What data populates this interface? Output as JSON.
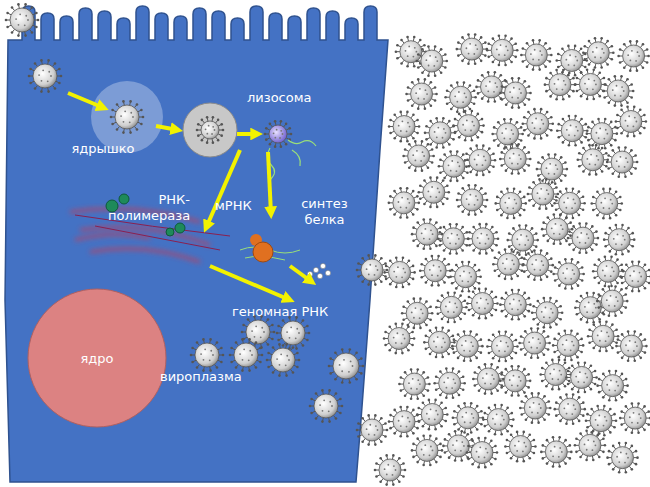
{
  "diagram": {
    "nodes": [
      {
        "text": [
          "ядро"
        ]
      }
    ],
    "labels": [
      "ядрышко",
      "лизосома",
      "РНК- полимераза",
      "мРНК",
      "синтез белка",
      "геномная РНК",
      "вироплазма"
    ]
  }
}
